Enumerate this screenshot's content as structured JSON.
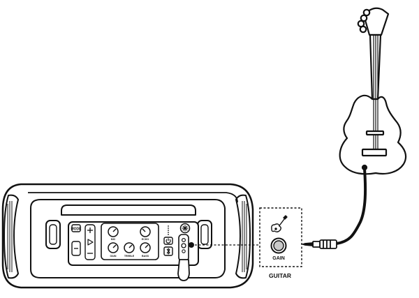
{
  "labels": {
    "gain": "GAIN",
    "guitar": "GUITAR",
    "bass_knob": "BASS",
    "treble_knob": "TREBLE",
    "echo_knob": "ECHO",
    "mic_knob": "MIC",
    "gain_knob": "GAIN",
    "mode_button": "MODE"
  },
  "icons": {
    "guitar_jack_icon": "guitar-icon",
    "play_button": "play-icon",
    "plus_button": "plus-icon",
    "minus_button": "minus-icon",
    "light_button": "light-icon",
    "power_button": "power-icon",
    "bluetooth_button": "bluetooth-icon"
  },
  "colors": {
    "line": "#111111",
    "fill": "#ffffff",
    "cable": "#111111"
  }
}
